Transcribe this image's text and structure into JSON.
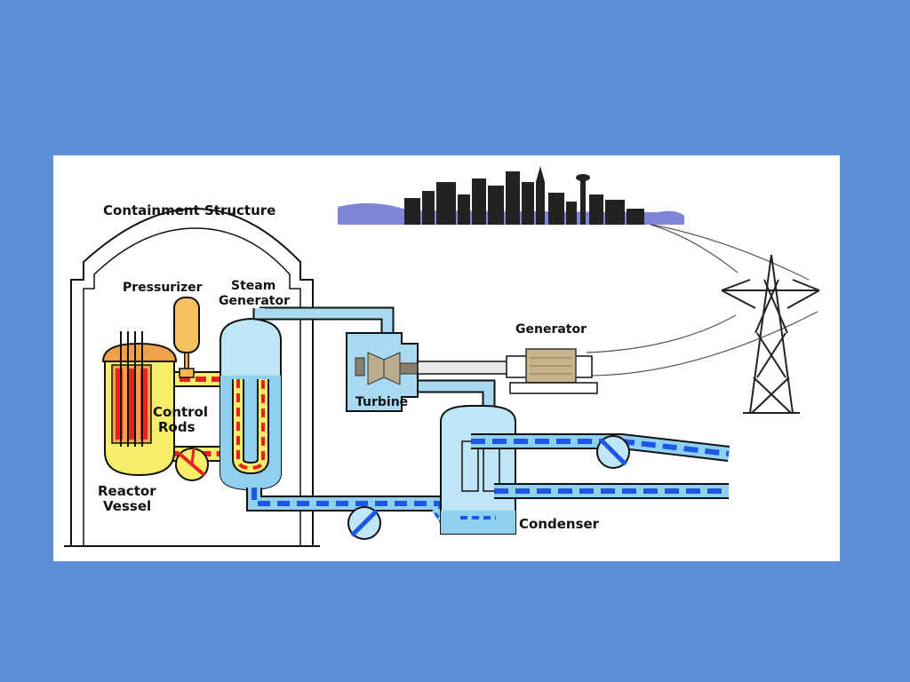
{
  "colors": {
    "slide_background": "#5b8fd6",
    "panel_background": "#ffffff",
    "primary_coolant": "#e8231f",
    "secondary_loop": "#1e57e6",
    "steam_water": "#a9daf2",
    "reactor_vessel": "#f7ee6a",
    "pressurizer": "#f7b451",
    "city_skyline": "#222222"
  },
  "labels": {
    "containment": "Containment Structure",
    "pressurizer": "Pressurizer",
    "steam_generator_line1": "Steam",
    "steam_generator_line2": "Generator",
    "generator": "Generator",
    "turbine": "Turbine",
    "control_rods_line1": "Control",
    "control_rods_line2": "Rods",
    "reactor_vessel_line1": "Reactor",
    "reactor_vessel_line2": "Vessel",
    "condenser": "Condenser"
  },
  "icons": {
    "city": "city-skyline-icon",
    "tower": "transmission-tower-icon",
    "pump": "pump-icon"
  }
}
